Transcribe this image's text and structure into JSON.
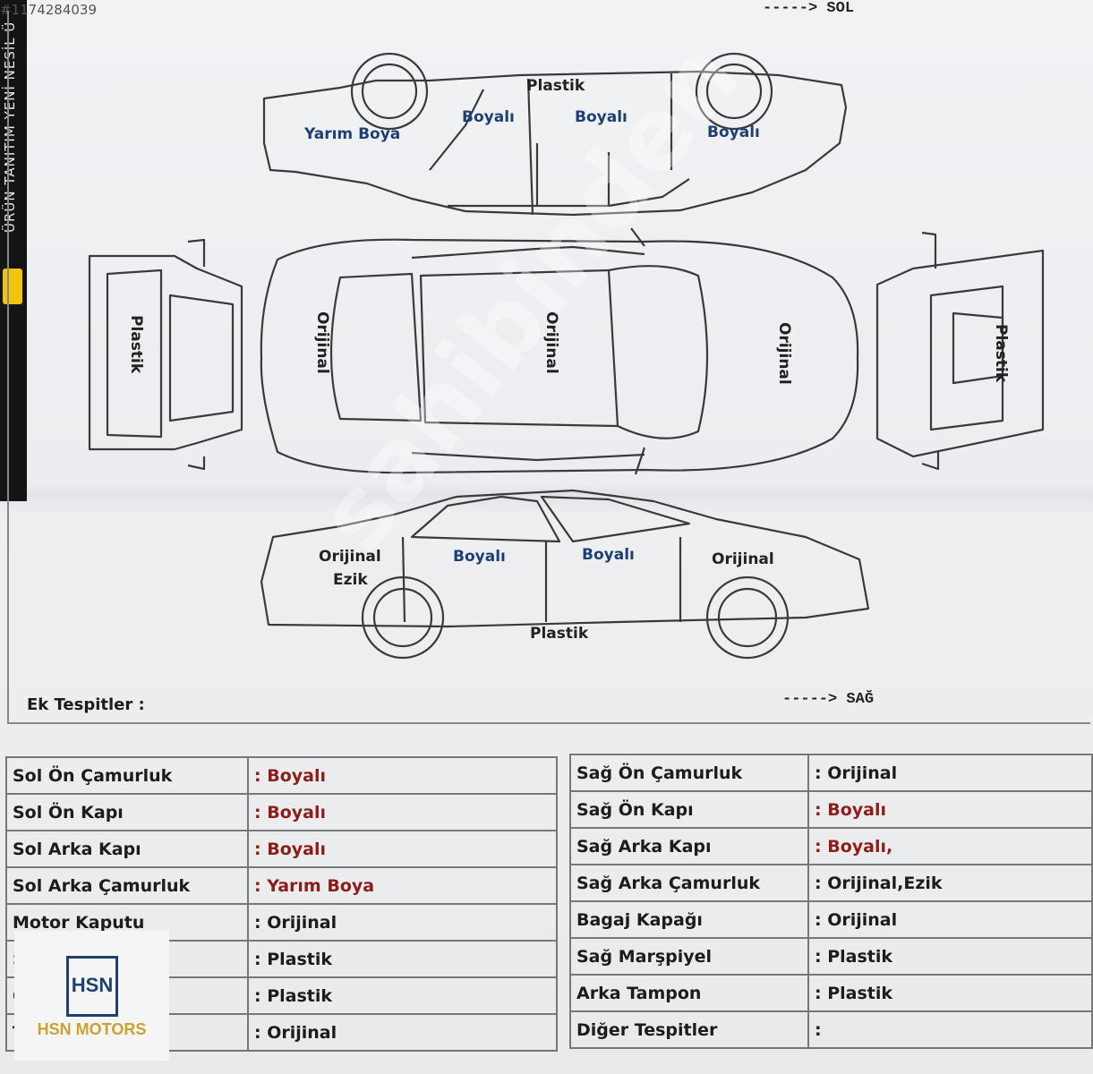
{
  "listing_id": "#1174284039",
  "spine_text": "ÜRÜN TANITIM YENİ NESİL Ü",
  "directions": {
    "left": "-----> SOL",
    "right": "-----> SAĞ"
  },
  "diagram_labels": {
    "top_plastik": "Plastik",
    "top_yarim_boya": "Yarım Boya",
    "top_boyali_1": "Boyalı",
    "top_boyali_2": "Boyalı",
    "top_boyali_3": "Boyalı",
    "front_plastik": "Plastik",
    "roof_orijinal_1": "Orijinal",
    "roof_orijinal_2": "Orijinal",
    "roof_orijinal_3": "Orijinal",
    "rear_plastik": "Plastik",
    "bottom_orijinal_ezik": "Orijinal",
    "bottom_ezik": "Ezik",
    "bottom_boyali_1": "Boyalı",
    "bottom_boyali_2": "Boyalı",
    "bottom_orijinal": "Orijinal",
    "bottom_plastik": "Plastik"
  },
  "extra_label": "Ek Tespitler :",
  "watermark": "sahibinden",
  "left_table": [
    {
      "part": "Sol Ön Çamurluk",
      "value": ": Boyalı",
      "status": "red"
    },
    {
      "part": "Sol Ön Kapı",
      "value": ": Boyalı",
      "status": "red"
    },
    {
      "part": "Sol Arka Kapı",
      "value": ": Boyalı",
      "status": "red"
    },
    {
      "part": "Sol Arka Çamurluk",
      "value": ": Yarım Boya",
      "status": "red"
    },
    {
      "part": "Motor Kaputu",
      "value": ": Orijinal",
      "status": "plain"
    },
    {
      "part": "Sol Marşpiyel",
      "value": ": Plastik",
      "status": "plain"
    },
    {
      "part": "Ön Tampon",
      "value": ": Plastik",
      "status": "plain"
    },
    {
      "part": "Tavan",
      "value": ": Orijinal",
      "status": "plain"
    }
  ],
  "right_table": [
    {
      "part": "Sağ Ön Çamurluk",
      "value": ": Orijinal",
      "status": "plain"
    },
    {
      "part": "Sağ Ön Kapı",
      "value": ": Boyalı",
      "status": "red"
    },
    {
      "part": "Sağ Arka Kapı",
      "value": ": Boyalı,",
      "status": "red"
    },
    {
      "part": "Sağ Arka Çamurluk",
      "value": ": Orijinal,Ezik",
      "status": "plain"
    },
    {
      "part": "Bagaj Kapağı",
      "value": ": Orijinal",
      "status": "plain"
    },
    {
      "part": "Sağ Marşpiyel",
      "value": ": Plastik",
      "status": "plain"
    },
    {
      "part": "Arka Tampon",
      "value": ": Plastik",
      "status": "plain"
    },
    {
      "part": "Diğer Tespitler",
      "value": ":",
      "status": "plain"
    }
  ],
  "logo": {
    "mark": "HSN",
    "name": "HSN MOTORS",
    "color": "#1f3f6e",
    "accent": "#c9a234"
  },
  "colors": {
    "painted": "#8c1d18",
    "diagram_blue": "#1e3f73"
  }
}
